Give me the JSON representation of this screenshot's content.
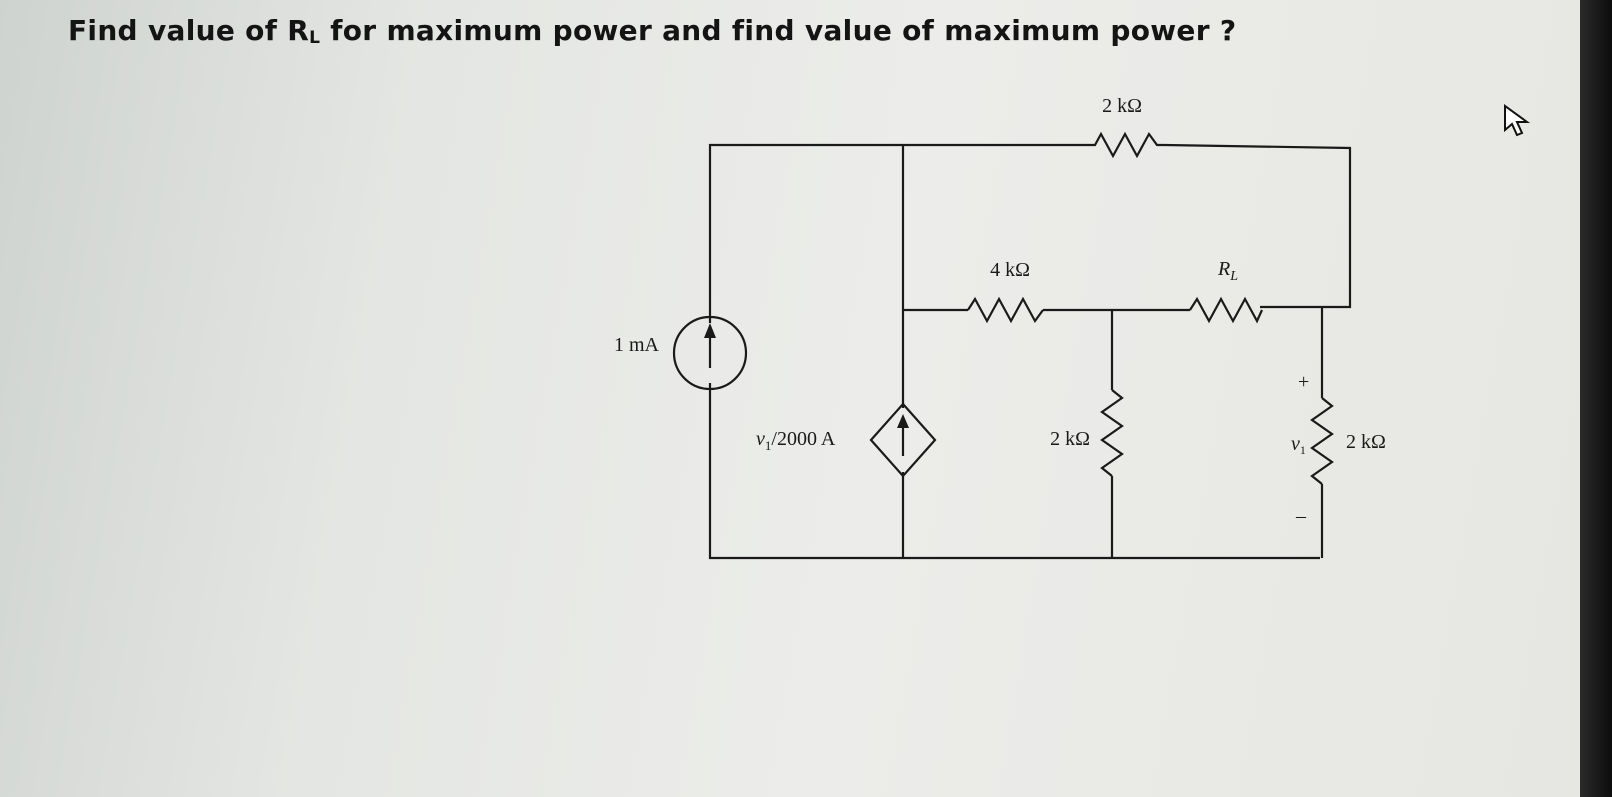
{
  "question": {
    "prefix": "Find value of R",
    "subscript": "L",
    "suffix": " for maximum power and find value of maximum power ?"
  },
  "circuit": {
    "r_top": "2 kΩ",
    "r_middle": "4 kΩ",
    "r_load_main": "R",
    "r_load_sub": "L",
    "r_vertical_middle": "2 kΩ",
    "r_vertical_right": "2 kΩ",
    "current_source": "1 mA",
    "dep_source_main": "v",
    "dep_source_sub": "1",
    "dep_source_rest": "/2000 A",
    "v_label_main": "v",
    "v_label_sub": "1",
    "plus": "+",
    "minus": "–"
  }
}
